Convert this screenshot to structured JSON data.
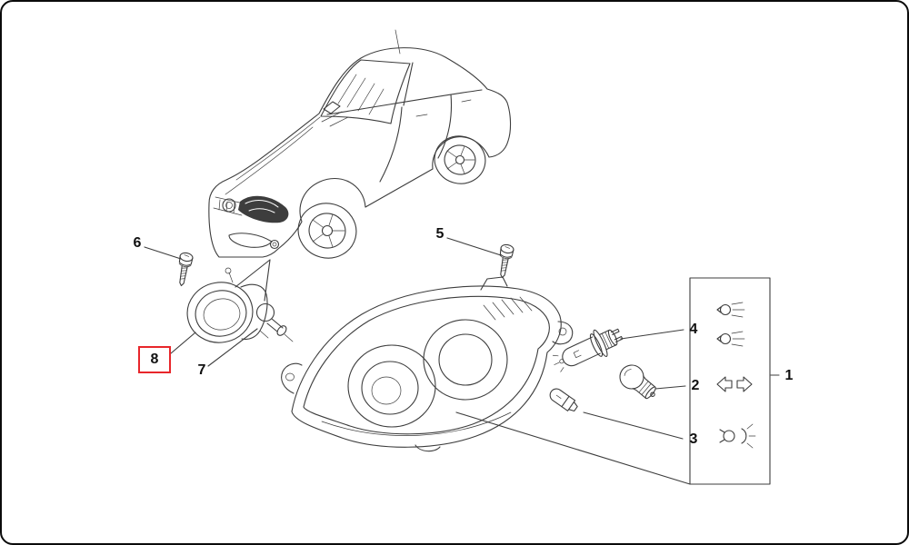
{
  "diagram": {
    "background_color": "#ffffff",
    "line_color": "#3d3d3d",
    "highlight_color": "#e8262b",
    "callouts": {
      "c1": {
        "label": "1",
        "part": "headlamp-assembly",
        "highlighted": false
      },
      "c2": {
        "label": "2",
        "part": "indicator-bulb",
        "highlighted": false
      },
      "c3": {
        "label": "3",
        "part": "wedge-bulb",
        "highlighted": false
      },
      "c4": {
        "label": "4",
        "part": "halogen-bulb",
        "highlighted": false
      },
      "c5": {
        "label": "5",
        "part": "headlamp-screw",
        "highlighted": false
      },
      "c6": {
        "label": "6",
        "part": "fog-lamp-screw",
        "highlighted": false
      },
      "c7": {
        "label": "7",
        "part": "fog-lamp-bulb",
        "highlighted": false
      },
      "c8": {
        "label": "8",
        "part": "fog-lamp",
        "highlighted": true
      }
    }
  }
}
